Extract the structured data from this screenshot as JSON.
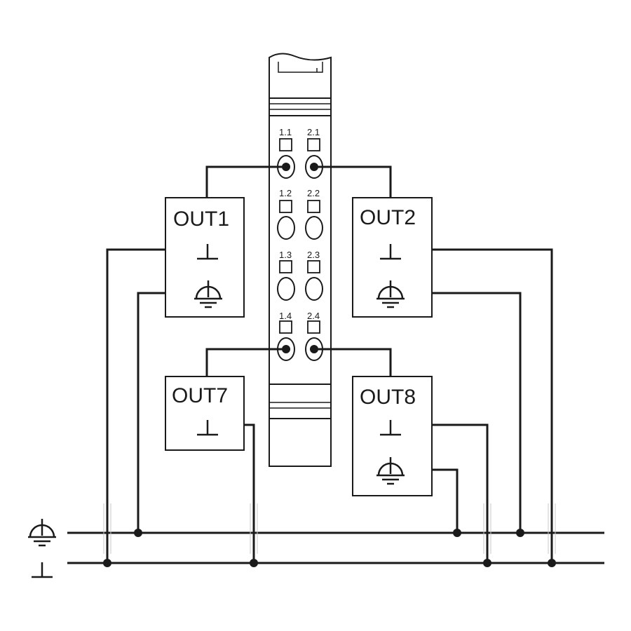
{
  "diagram": {
    "module": {
      "terminals": [
        {
          "id": "1.1",
          "label": "1.1"
        },
        {
          "id": "2.1",
          "label": "2.1"
        },
        {
          "id": "1.2",
          "label": "1.2"
        },
        {
          "id": "2.2",
          "label": "2.2"
        },
        {
          "id": "1.3",
          "label": "1.3"
        },
        {
          "id": "2.3",
          "label": "2.3"
        },
        {
          "id": "1.4",
          "label": "1.4"
        },
        {
          "id": "2.4",
          "label": "2.4"
        }
      ]
    },
    "outputs": [
      {
        "label": "OUT1",
        "symbols": [
          "functional-ground-symbol",
          "protective-earth-symbol"
        ]
      },
      {
        "label": "OUT2",
        "symbols": [
          "functional-ground-symbol",
          "protective-earth-symbol"
        ]
      },
      {
        "label": "OUT7",
        "symbols": [
          "functional-ground-symbol"
        ]
      },
      {
        "label": "OUT8",
        "symbols": [
          "functional-ground-symbol",
          "protective-earth-symbol"
        ]
      }
    ],
    "rails": [
      {
        "symbol": "protective-earth-symbol"
      },
      {
        "symbol": "functional-ground-symbol"
      }
    ],
    "colors": {
      "line": "#1a1a1a",
      "background": "#ffffff"
    }
  }
}
